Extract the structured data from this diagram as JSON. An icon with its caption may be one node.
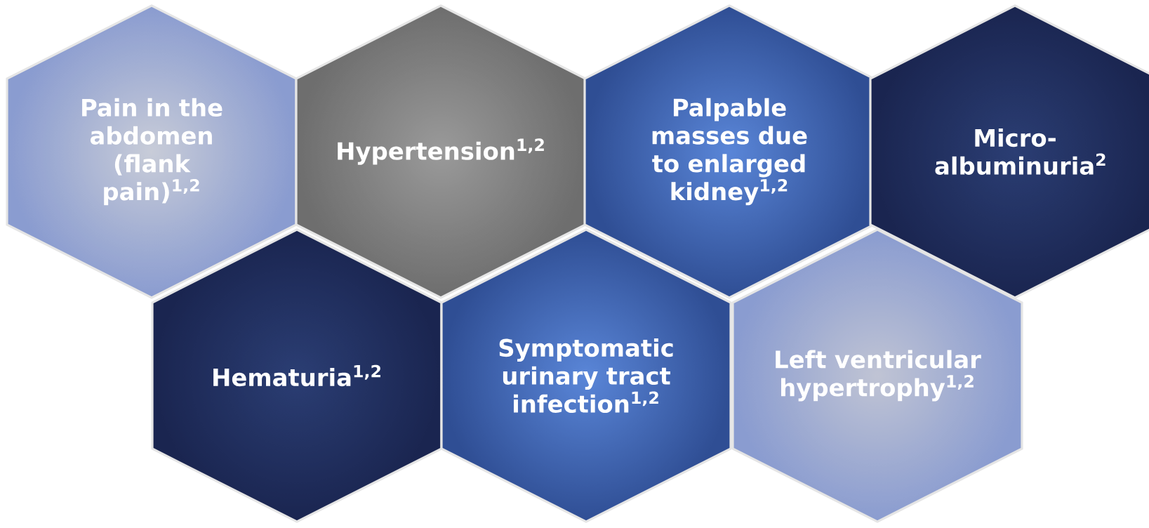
{
  "diagram": {
    "nodes": [
      {
        "text": [
          "Pain in the abdomen (flank pain)$^{1,2}$"
        ]
      },
      {
        "text": [
          "Hypertension$^{1,2}$"
        ]
      },
      {
        "text": [
          "Palpable masses due to enlarged kidney$^{1,2}$"
        ]
      },
      {
        "text": [
          "Micro-albuminuria$^{2}$"
        ]
      },
      {
        "text": [
          "Hematuria$^{1,2}$"
        ]
      },
      {
        "text": [
          "Symptomatic urinary tract infection$^{1,2}$"
        ]
      },
      {
        "text": [
          "Left ventricular hypertrophy$^{1,2}$"
        ]
      }
    ]
  }
}
